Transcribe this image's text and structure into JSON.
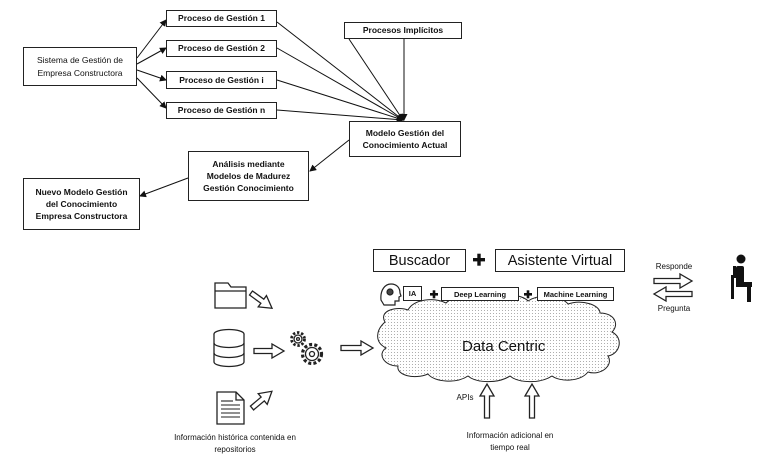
{
  "top_diagram": {
    "sistema": [
      "Sistema de Gestión de",
      "Empresa Constructora"
    ],
    "procesos": [
      "Proceso de Gestión 1",
      "Proceso de Gestión 2",
      "Proceso de Gestión i",
      "Proceso de Gestión n"
    ],
    "implicitos": "Procesos Implícitos",
    "modelo_actual": [
      "Modelo Gestión  del",
      "Conocimiento Actual"
    ],
    "analisis": [
      "Análisis mediante",
      "Modelos de Madurez",
      "Gestión Conocimiento"
    ],
    "nuevo_modelo": [
      "Nuevo Modelo Gestión",
      "del Conocimiento",
      "Empresa Constructora"
    ]
  },
  "bottom_diagram": {
    "buscador": "Buscador",
    "asistente": "Asistente Virtual",
    "ia": "IA",
    "deep_learning": "Deep Learning",
    "machine_learning": "Machine Learning",
    "data_centric": "Data Centric",
    "responde": "Responde",
    "pregunta": "Pregunta",
    "apis": "APIs",
    "info_historica": [
      "Información histórica contenida en",
      "repositorios"
    ],
    "info_adicional": [
      "Información adicional en",
      "tiempo real"
    ],
    "plus": "+"
  }
}
